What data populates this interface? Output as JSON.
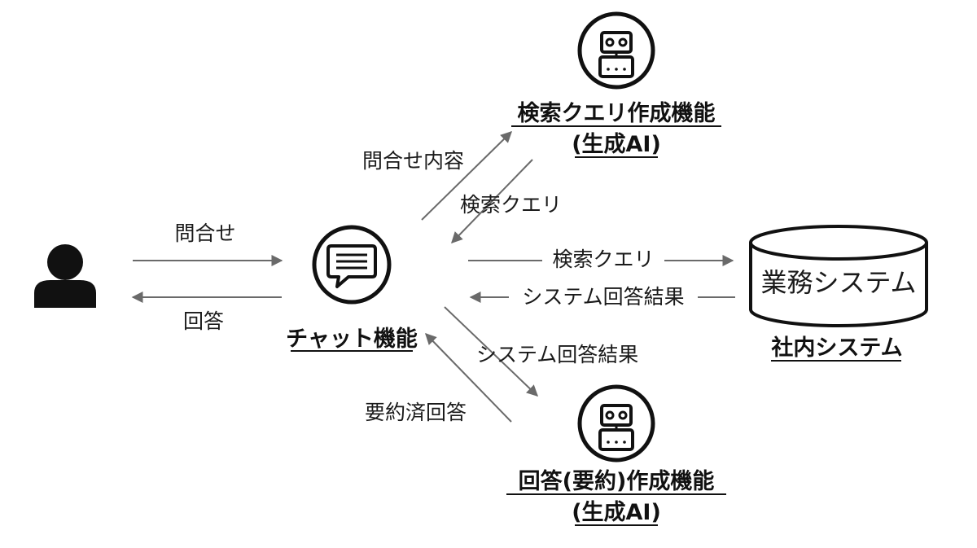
{
  "nodes": {
    "chat": {
      "title": "チャット機能"
    },
    "query_ai": {
      "title_line1": "検索クエリ作成機能",
      "title_line2": "(生成AI)"
    },
    "answer_ai": {
      "title_line1": "回答(要約)作成機能",
      "title_line2": "(生成AI)"
    },
    "system": {
      "db_label": "業務システム",
      "title": "社内システム"
    }
  },
  "edges": {
    "user_to_chat": "問合せ",
    "chat_to_user": "回答",
    "chat_to_query_ai": "問合せ内容",
    "query_ai_to_chat": "検索クエリ",
    "chat_to_system": "検索クエリ",
    "system_to_chat": "システム回答結果",
    "chat_to_answer_ai": "システム回答結果",
    "answer_ai_to_chat": "要約済回答"
  },
  "icons": {
    "user": "person-icon",
    "chat": "chat-bubble-icon",
    "ai": "robot-icon",
    "system": "database-icon"
  },
  "colors": {
    "text": "#1a1a1a",
    "arrow": "#6a6a6a",
    "icon": "#111111"
  }
}
